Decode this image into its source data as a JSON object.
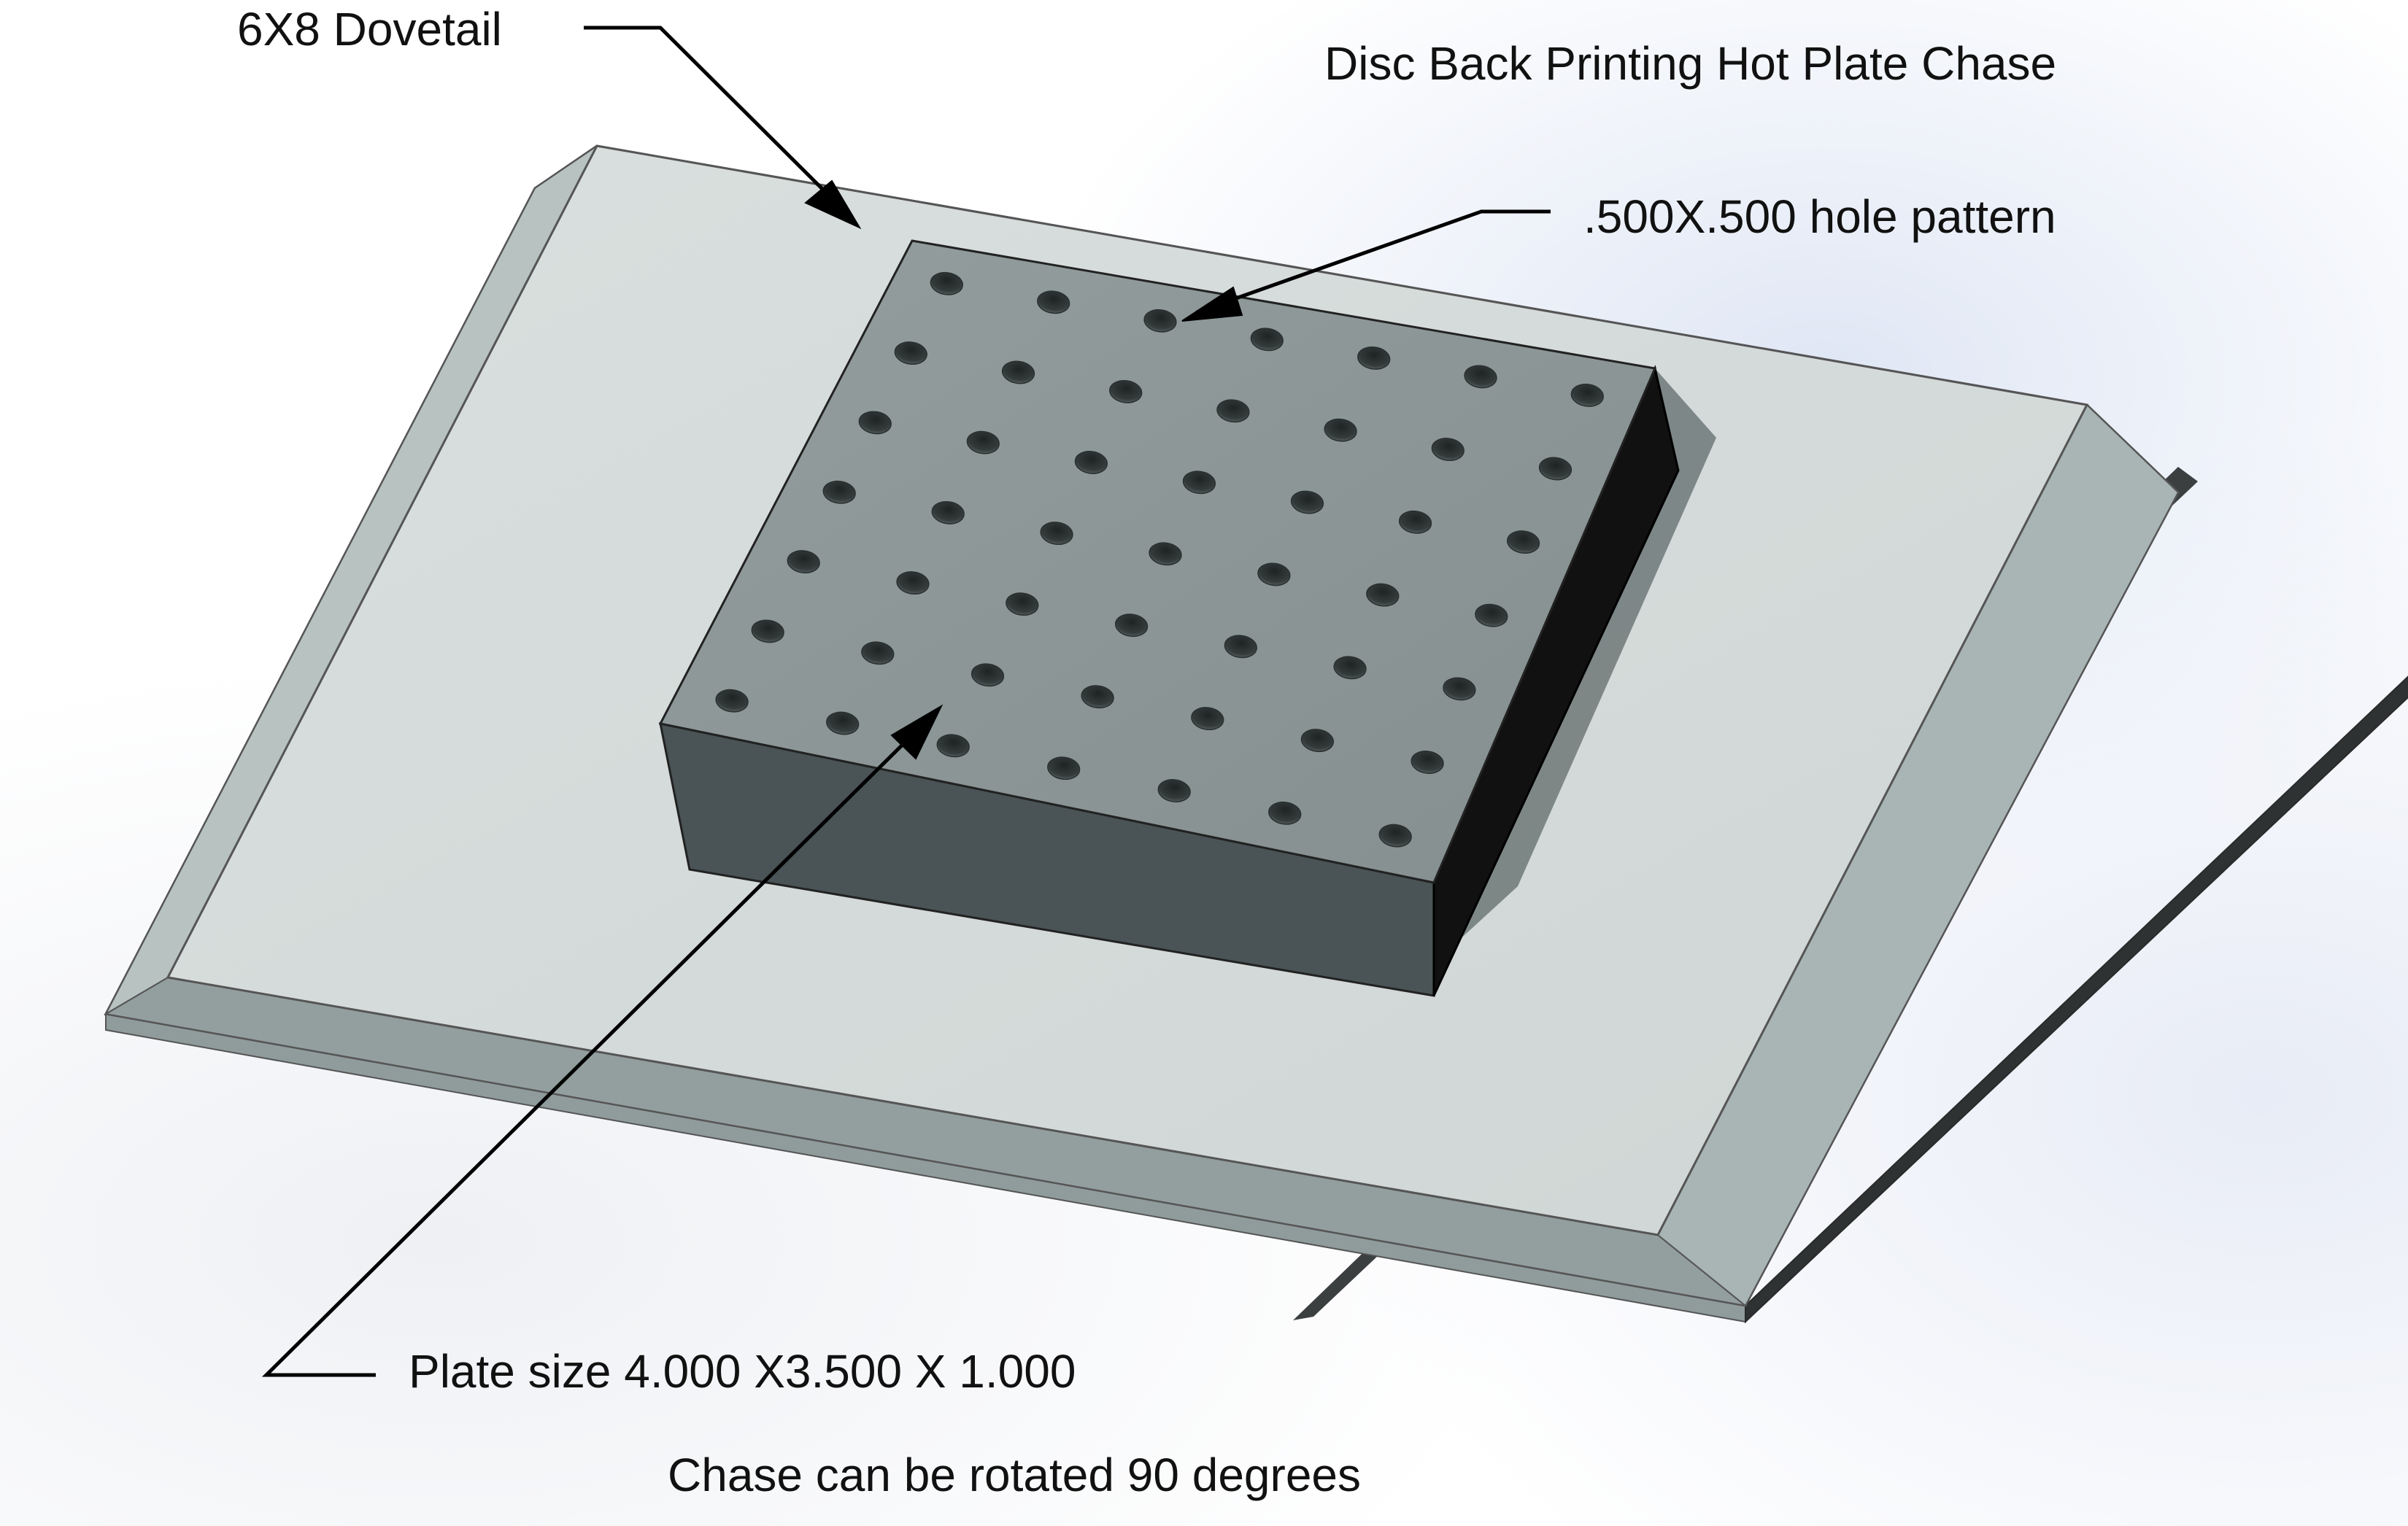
{
  "title": "Disc Back Printing Hot Plate Chase",
  "callouts": {
    "dovetail": "6X8 Dovetail",
    "hole_pattern": ".500X.500 hole pattern",
    "plate_size": "Plate size 4.000 X3.500 X 1.000"
  },
  "note": "Chase can be rotated 90 degrees",
  "hole_grid": {
    "rows": 7,
    "cols": 7
  },
  "colors": {
    "base_top": "#d6dcdb",
    "base_bevel": "#a9b6b5",
    "base_front": "#8f9c9b",
    "plate_top": "#8c9696",
    "plate_front": "#4a5456",
    "plate_side": "#111111",
    "hole": "#3a4141",
    "leader": "#000000"
  }
}
